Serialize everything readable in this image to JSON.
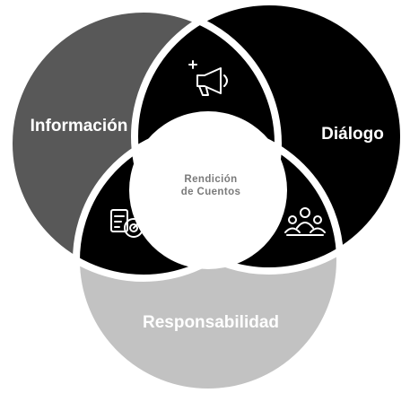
{
  "diagram": {
    "circles": [
      {
        "id": "informacion",
        "label": "Información",
        "color": "#585858"
      },
      {
        "id": "dialogo",
        "label": "Diálogo",
        "color": "#000000"
      },
      {
        "id": "responsabilidad",
        "label": "Responsabilidad",
        "color": "#c2c2c2"
      }
    ],
    "center": {
      "line1": "Rendición",
      "line2": "de Cuentos",
      "color": "#ffffff"
    },
    "intersections": [
      {
        "icon": "megaphone-icon",
        "between": [
          "informacion",
          "dialogo"
        ]
      },
      {
        "icon": "target-checklist-icon",
        "between": [
          "informacion",
          "responsabilidad"
        ]
      },
      {
        "icon": "team-icon",
        "between": [
          "dialogo",
          "responsabilidad"
        ]
      }
    ],
    "intersection_color": "#000000",
    "separator_color": "#ffffff"
  }
}
